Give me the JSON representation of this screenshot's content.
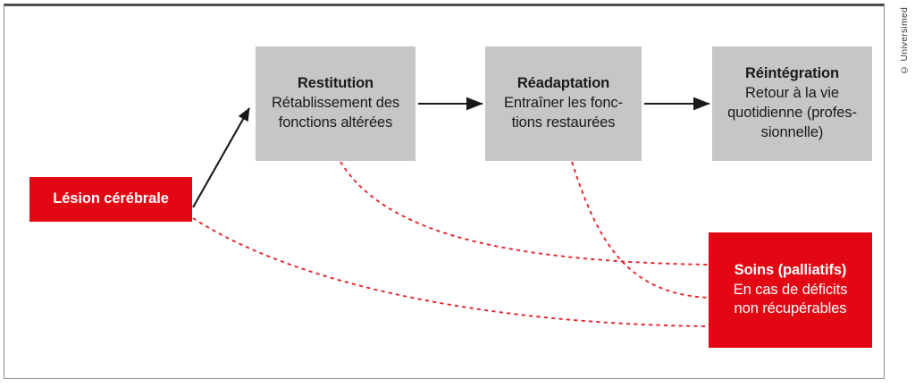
{
  "figure": {
    "credit": "© Universimed",
    "colors": {
      "red": "#E30613",
      "gray": "#C6C6C6",
      "arrow": "#1a1a1a",
      "dashed": "#E3252B",
      "frame": "#8d8d8d"
    }
  },
  "nodes": {
    "lesion": {
      "title": "Lésion cérébrale",
      "body": ""
    },
    "restitution": {
      "title": "Restitution",
      "body": "Rétablissement des\nfonctions altérées"
    },
    "readaptation": {
      "title": "Réadaptation",
      "body": "Entraîner les fonc-\ntions restaurées"
    },
    "reintegration": {
      "title": "Réintégration",
      "body": "Retour à la vie\nquotidienne (profes-\nsionnelle)"
    },
    "soins": {
      "title": "Soins (palliatifs)",
      "body": "En cas de déficits\nnon récupérables"
    }
  },
  "connectors": {
    "solid": [
      {
        "name": "lesion-to-restitution",
        "style": "solid-arrow"
      },
      {
        "name": "restitution-to-readaptation",
        "style": "solid-arrow"
      },
      {
        "name": "readaptation-to-reintegration",
        "style": "solid-arrow"
      }
    ],
    "dashed": [
      {
        "name": "lesion-to-soins",
        "style": "dashed-curve"
      },
      {
        "name": "restitution-to-soins",
        "style": "dashed-curve"
      },
      {
        "name": "readaptation-to-soins",
        "style": "dashed-curve"
      }
    ]
  }
}
